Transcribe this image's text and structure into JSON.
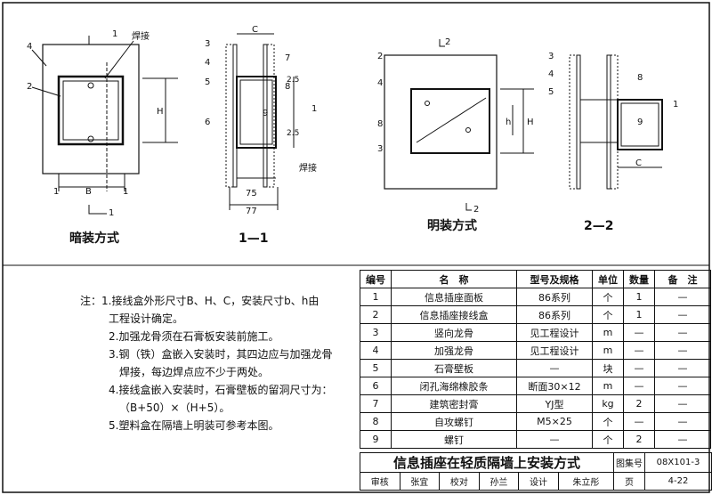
{
  "views": {
    "concealed": {
      "caption": "暗装方式",
      "labels": [
        "4",
        "2",
        "1",
        "1",
        "B",
        "H",
        "1",
        "1",
        "焊接"
      ]
    },
    "section11": {
      "caption": "1—1",
      "labels": [
        "3",
        "4",
        "5",
        "6",
        "7",
        "8",
        "9",
        "1",
        "C",
        "2.5",
        "2.5",
        "75",
        "77",
        "焊接"
      ]
    },
    "surface": {
      "caption": "明装方式",
      "labels": [
        "2",
        "4",
        "8",
        "3",
        "2",
        "2",
        "h",
        "H"
      ]
    },
    "section22": {
      "caption": "2—2",
      "labels": [
        "3",
        "4",
        "5",
        "8",
        "9",
        "1",
        "C"
      ]
    }
  },
  "notes": [
    {
      "prefix": "注：",
      "text": "1.接线盒外形尺寸B、H、C，安装尺寸b、h由"
    },
    {
      "prefix": "",
      "text": "工程设计确定。"
    },
    {
      "prefix": "",
      "text": "2.加强龙骨须在石膏板安装前施工。"
    },
    {
      "prefix": "",
      "text": "3.钢（铁）盒嵌入安装时，其四边应与加强龙骨"
    },
    {
      "prefix": "",
      "text": "焊接，每边焊点应不少于两处。"
    },
    {
      "prefix": "",
      "text": "4.接线盒嵌入安装时，石膏壁板的留洞尺寸为："
    },
    {
      "prefix": "",
      "text": "（B+50）×（H+5）。"
    },
    {
      "prefix": "",
      "text": "5.塑料盒在隔墙上明装可参考本图。"
    }
  ],
  "table": {
    "headers": [
      "编号",
      "名　称",
      "型号及规格",
      "单位",
      "数量",
      "备　注"
    ],
    "rows": [
      [
        "1",
        "信息插座面板",
        "86系列",
        "个",
        "1",
        "—"
      ],
      [
        "2",
        "信息插座接线盒",
        "86系列",
        "个",
        "1",
        "—"
      ],
      [
        "3",
        "竖向龙骨",
        "见工程设计",
        "m",
        "—",
        "—"
      ],
      [
        "4",
        "加强龙骨",
        "见工程设计",
        "m",
        "—",
        "—"
      ],
      [
        "5",
        "石膏壁板",
        "—",
        "块",
        "—",
        "—"
      ],
      [
        "6",
        "闭孔海绵橡胶条",
        "断面30×12",
        "m",
        "—",
        "—"
      ],
      [
        "7",
        "建筑密封膏",
        "YJ型",
        "kg",
        "2",
        "—"
      ],
      [
        "8",
        "自攻螺钉",
        "M5×25",
        "个",
        "—",
        "—"
      ],
      [
        "9",
        "螺钉",
        "—",
        "个",
        "2",
        "—"
      ]
    ]
  },
  "title_block": {
    "title": "信息插座在轻质隔墙上安装方式",
    "atlas_label": "图集号",
    "atlas_no": "08X101-3",
    "page_label": "页",
    "page_no": "4-22",
    "review_label": "审核",
    "reviewer": "张宜",
    "check_label": "校对",
    "checker": "孙兰",
    "design_label": "设计",
    "designer": "朱立彤"
  }
}
